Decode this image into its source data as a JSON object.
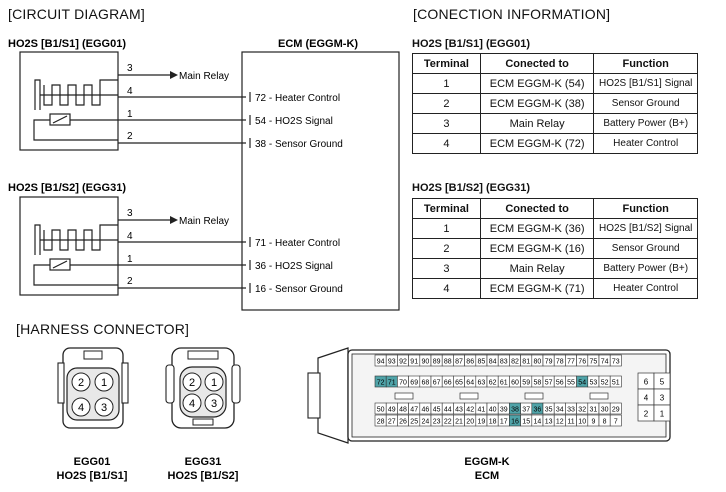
{
  "titles": {
    "circuit": "[CIRCUIT DIAGRAM]",
    "connection": "[CONECTION INFORMATION]",
    "harness": "[HARNESS CONNECTOR]"
  },
  "circuit": {
    "ecm_title": "ECM (EGGM-K)",
    "main_relay": "Main Relay",
    "sensors": [
      {
        "title": "HO2S [B1/S1] (EGG01)",
        "pins": [
          "3",
          "4",
          "1",
          "2"
        ],
        "ecm_pins": [
          "72 - Heater Control",
          "54 - HO2S Signal",
          "38 - Sensor Ground"
        ]
      },
      {
        "title": "HO2S [B1/S2] (EGG31)",
        "pins": [
          "3",
          "4",
          "1",
          "2"
        ],
        "ecm_pins": [
          "71 - Heater Control",
          "36 - HO2S Signal",
          "16 - Sensor Ground"
        ]
      }
    ]
  },
  "connection": {
    "headers": [
      "Terminal",
      "Conected to",
      "Function"
    ],
    "tables": [
      {
        "title": "HO2S [B1/S1] (EGG01)",
        "rows": [
          [
            "1",
            "ECM EGGM-K (54)",
            "HO2S [B1/S1] Signal"
          ],
          [
            "2",
            "ECM EGGM-K (38)",
            "Sensor Ground"
          ],
          [
            "3",
            "Main Relay",
            "Battery Power (B+)"
          ],
          [
            "4",
            "ECM EGGM-K (72)",
            "Heater Control"
          ]
        ]
      },
      {
        "title": "HO2S [B1/S2] (EGG31)",
        "rows": [
          [
            "1",
            "ECM EGGM-K (36)",
            "HO2S [B1/S2] Signal"
          ],
          [
            "2",
            "ECM EGGM-K (16)",
            "Sensor Ground"
          ],
          [
            "3",
            "Main Relay",
            "Battery Power (B+)"
          ],
          [
            "4",
            "ECM EGGM-K (71)",
            "Heater Control"
          ]
        ]
      }
    ]
  },
  "harness": {
    "egg01": {
      "pins": [
        "2",
        "1",
        "4",
        "3"
      ],
      "label1": "EGG01",
      "label2": "HO2S [B1/S1]"
    },
    "egg31": {
      "pins": [
        "2",
        "1",
        "4",
        "3"
      ],
      "label1": "EGG31",
      "label2": "HO2S [B1/S2]"
    },
    "ecm": {
      "label1": "EGGM-K",
      "label2": "ECM",
      "row1": [
        "94",
        "93",
        "92",
        "91",
        "90",
        "89",
        "88",
        "87",
        "86",
        "85",
        "84",
        "83",
        "82",
        "81",
        "80",
        "79",
        "78",
        "77",
        "76",
        "75",
        "74",
        "73"
      ],
      "row2": [
        "72",
        "71",
        "70",
        "69",
        "68",
        "67",
        "66",
        "65",
        "64",
        "63",
        "62",
        "61",
        "60",
        "59",
        "58",
        "57",
        "56",
        "55",
        "54",
        "53",
        "52",
        "51"
      ],
      "row3": [
        "50",
        "49",
        "48",
        "47",
        "46",
        "45",
        "44",
        "43",
        "42",
        "41",
        "40",
        "39",
        "38",
        "37",
        "36",
        "35",
        "34",
        "33",
        "32",
        "31",
        "30",
        "29"
      ],
      "row4": [
        "28",
        "27",
        "26",
        "25",
        "24",
        "23",
        "22",
        "21",
        "20",
        "19",
        "18",
        "17",
        "16",
        "15",
        "14",
        "13",
        "12",
        "11",
        "10",
        "9",
        "8",
        "7"
      ],
      "side": [
        "6",
        "5",
        "4",
        "3",
        "2",
        "1"
      ],
      "highlight": [
        "72",
        "71",
        "54",
        "38",
        "36",
        "16"
      ],
      "highlight_color": "#4fa3a8"
    }
  }
}
